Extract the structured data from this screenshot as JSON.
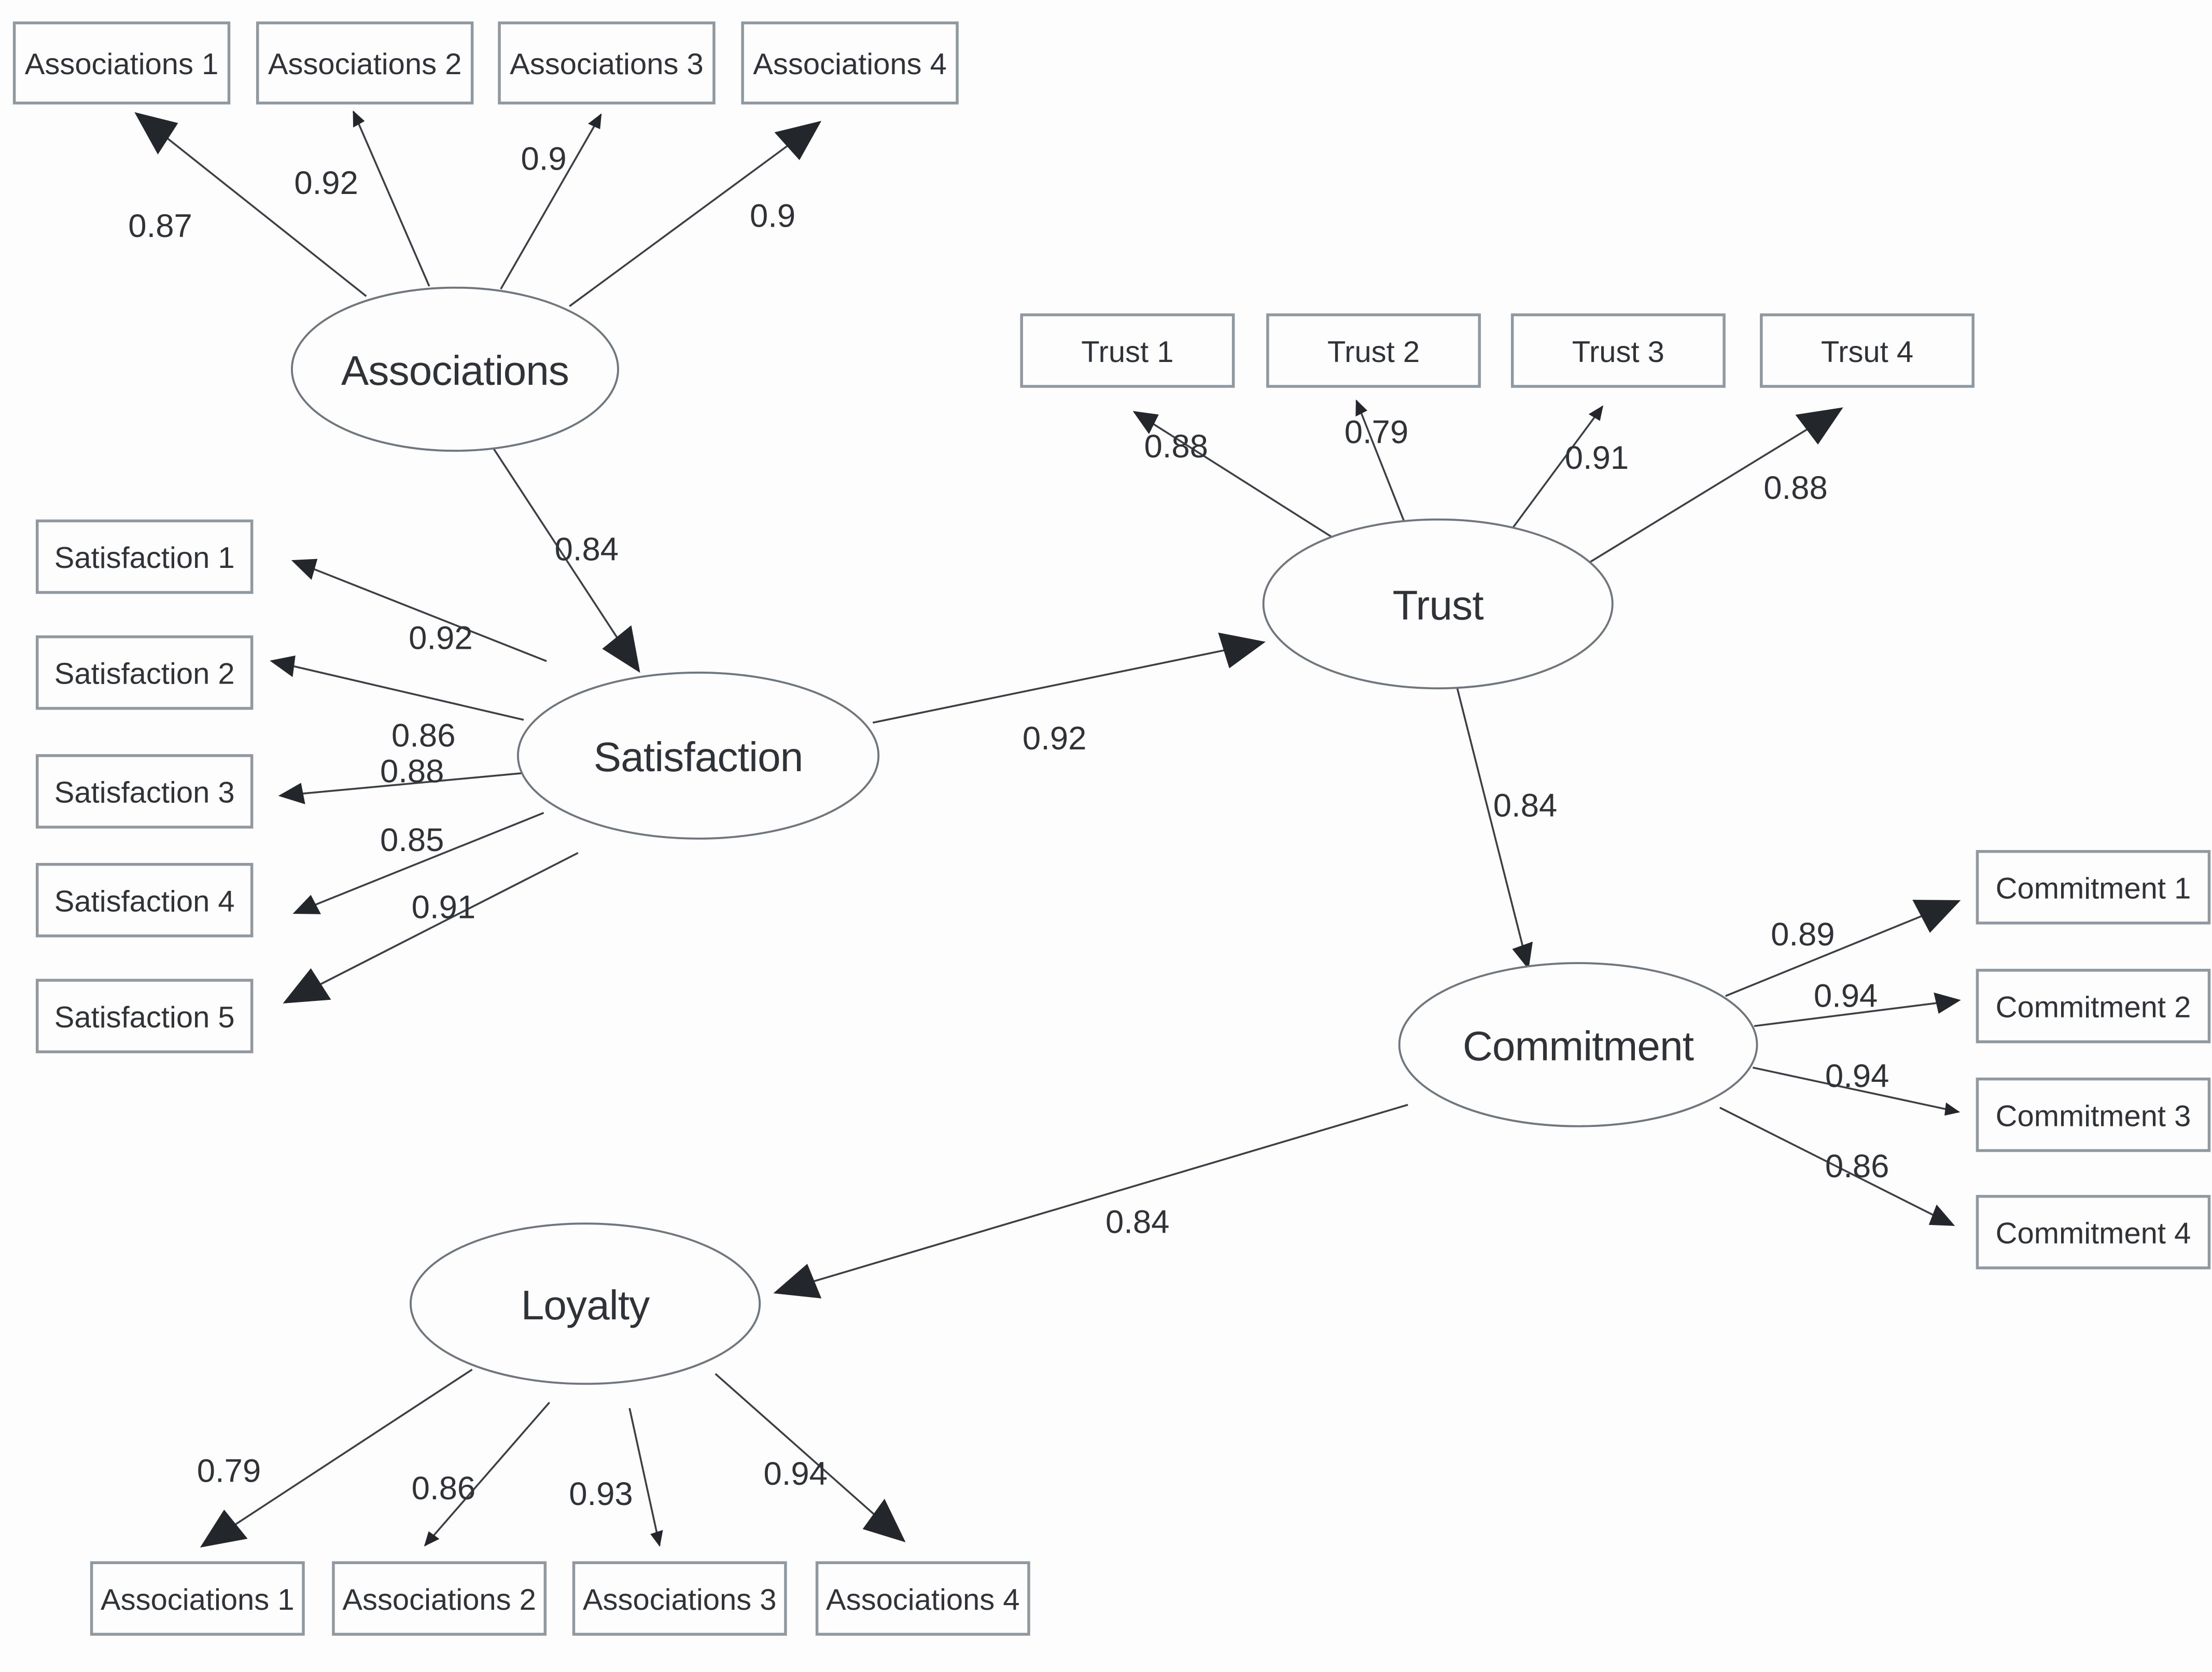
{
  "diagram": {
    "type": "structural-equation-model",
    "colors": {
      "line": "#3b4046",
      "arrow": "#23272c",
      "box_border": "#9199a0",
      "text": "#2f3338",
      "background": "#fdfdfd"
    },
    "latents": {
      "associations": {
        "label": "Associations"
      },
      "satisfaction": {
        "label": "Satisfaction"
      },
      "trust": {
        "label": "Trust"
      },
      "commitment": {
        "label": "Commitment"
      },
      "loyalty": {
        "label": "Loyalty"
      }
    },
    "indicators": {
      "associations": [
        {
          "label": "Associations 1",
          "loading": "0.87"
        },
        {
          "label": "Associations 2",
          "loading": "0.92"
        },
        {
          "label": "Associations 3",
          "loading": "0.9"
        },
        {
          "label": "Associations 4",
          "loading": "0.9"
        }
      ],
      "trust": [
        {
          "label": "Trust 1",
          "loading": "0.88"
        },
        {
          "label": "Trust 2",
          "loading": "0.79"
        },
        {
          "label": "Trust 3",
          "loading": "0.91"
        },
        {
          "label": "Trsut 4",
          "loading": "0.88"
        }
      ],
      "satisfaction": [
        {
          "label": "Satisfaction 1",
          "loading": "0.92"
        },
        {
          "label": "Satisfaction 2",
          "loading": "0.86"
        },
        {
          "label": "Satisfaction 3",
          "loading": "0.88"
        },
        {
          "label": "Satisfaction 4",
          "loading": "0.85"
        },
        {
          "label": "Satisfaction 5",
          "loading": "0.91"
        }
      ],
      "commitment": [
        {
          "label": "Commitment 1",
          "loading": "0.89"
        },
        {
          "label": "Commitment 2",
          "loading": "0.94"
        },
        {
          "label": "Commitment 3",
          "loading": "0.94"
        },
        {
          "label": "Commitment 4",
          "loading": "0.86"
        }
      ],
      "loyalty": [
        {
          "label": "Associations 1",
          "loading": "0.79"
        },
        {
          "label": "Associations 2",
          "loading": "0.86"
        },
        {
          "label": "Associations 3",
          "loading": "0.93"
        },
        {
          "label": "Associations 4",
          "loading": "0.94"
        }
      ]
    },
    "paths": [
      {
        "from": "Associations",
        "to": "Satisfaction",
        "coefficient": "0.84"
      },
      {
        "from": "Satisfaction",
        "to": "Trust",
        "coefficient": "0.92"
      },
      {
        "from": "Trust",
        "to": "Commitment",
        "coefficient": "0.84"
      },
      {
        "from": "Commitment",
        "to": "Loyalty",
        "coefficient": "0.84"
      }
    ]
  }
}
